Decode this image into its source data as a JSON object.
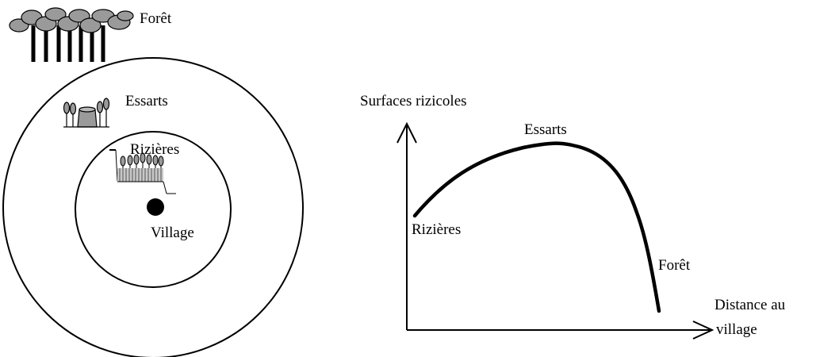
{
  "zones_diagram": {
    "labels": {
      "forest": "Forêt",
      "swidden": "Essarts",
      "rice_fields": "Rizières",
      "village": "Village"
    }
  },
  "profile_graph": {
    "axis": {
      "y_label": "Surfaces rizicoles",
      "x_label_line1": "Distance au",
      "x_label_line2": "village"
    },
    "curve_labels": {
      "start": "Rizières",
      "peak": "Essarts",
      "end": "Forêt"
    }
  },
  "colors": {
    "ink": "#000000",
    "foliage": "#9a9a9a",
    "background": "#ffffff"
  },
  "icons": [
    "tree-cluster-icon",
    "stump-saplings-icon",
    "rice-plants-icon",
    "village-dot-icon"
  ]
}
